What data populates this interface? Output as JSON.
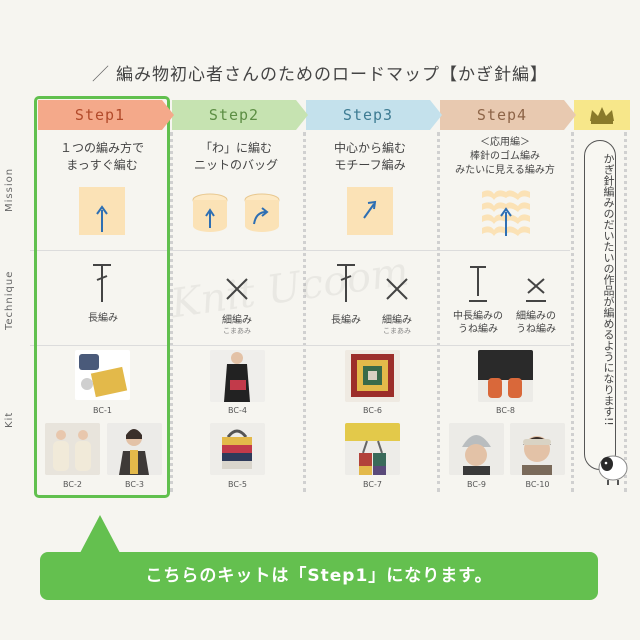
{
  "title": "編み物初心者さんのためのロードマップ【かぎ針編】",
  "steps": [
    {
      "label": "Step1",
      "color": "#f4a98a"
    },
    {
      "label": "Step2",
      "color": "#c6e3b1"
    },
    {
      "label": "Step3",
      "color": "#c4e1ec"
    },
    {
      "label": "Step4",
      "color": "#e8c9b0"
    }
  ],
  "goal_color": "#f7e78a",
  "row_labels": {
    "mission": "Mission",
    "technique": "Technique",
    "kit": "Kit"
  },
  "mission": [
    {
      "line1": "１つの編み方で",
      "line2": "まっすぐ編む"
    },
    {
      "line1": "「わ」に編む",
      "line2": "ニットのバッグ"
    },
    {
      "line1": "中心から編む",
      "line2": "モチーフ編み"
    },
    {
      "line0": "＜応用編＞",
      "line1": "棒針のゴム編み",
      "line2": "みたいに見える編み方"
    }
  ],
  "technique": {
    "s1": {
      "name": "長編み"
    },
    "s2": {
      "name": "細編み",
      "reading": "こまあみ"
    },
    "s3": {
      "name1": "長編み",
      "name2": "細編み",
      "reading": "こまあみ"
    },
    "s4": {
      "name1": "中長編みの",
      "name1b": "うね編み",
      "name2": "細編みの",
      "name2b": "うね編み"
    }
  },
  "kits": {
    "bc1": "BC-1",
    "bc2": "BC-2",
    "bc3": "BC-3",
    "bc4": "BC-4",
    "bc5": "BC-5",
    "bc6": "BC-6",
    "bc7": "BC-7",
    "bc8": "BC-8",
    "bc9": "BC-9",
    "bc10": "BC-10"
  },
  "goal_text": "かぎ針編みのだいたいの作品が編めるようになります!!",
  "watermark": "Knit Ucoom",
  "callout": "こちらのキットは「Step1」になります。",
  "colors": {
    "green": "#64c04f",
    "mustard": "#e3b94a",
    "paper": "#fbe2b6",
    "arrow_blue": "#2e6fb3"
  }
}
